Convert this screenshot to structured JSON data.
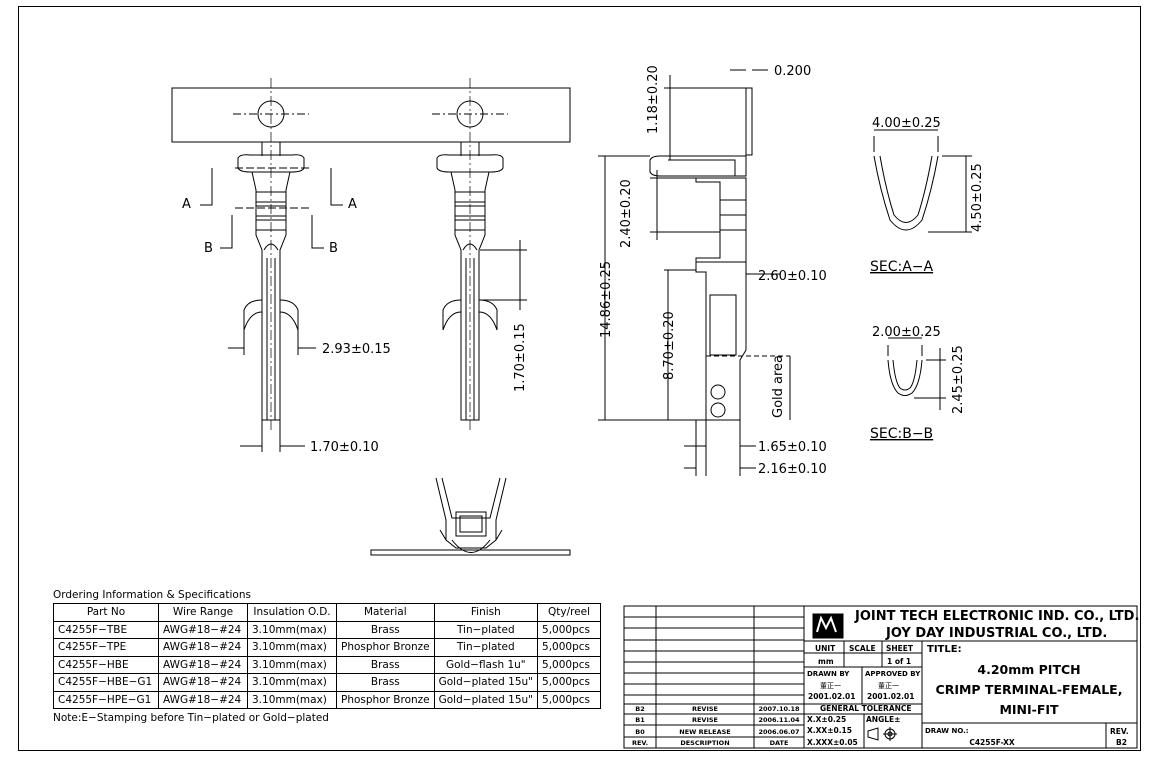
{
  "dimensions": {
    "d_293": "2.93±0.15",
    "d_170a": "1.70±0.10",
    "d_170b": "1.70±0.15",
    "d_118": "1.18±0.20",
    "d_200": "0.200",
    "d_240": "2.40±0.20",
    "d_1486": "14.86±0.25",
    "d_260": "2.60±0.10",
    "d_870": "8.70±0.20",
    "d_gold": "Gold area",
    "d_165": "1.65±0.10",
    "d_216": "2.16±0.10",
    "d_400": "4.00±0.25",
    "d_450": "4.50±0.25",
    "d_200b": "2.00±0.25",
    "d_245": "2.45±0.25",
    "lbl_a": "A",
    "lbl_b": "B"
  },
  "sections": {
    "aa": "SEC:A−A",
    "bb": "SEC:B−B"
  },
  "ordering": {
    "title": "Ordering Information & Specifications",
    "headers": [
      "Part No",
      "Wire Range",
      "Insulation O.D.",
      "Material",
      "Finish",
      "Qty/reel"
    ],
    "rows": [
      [
        "C4255F−TBE",
        "AWG#18−#24",
        "3.10mm(max)",
        "Brass",
        "Tin−plated",
        "5,000pcs"
      ],
      [
        "C4255F−TPE",
        "AWG#18−#24",
        "3.10mm(max)",
        "Phosphor Bronze",
        "Tin−plated",
        "5,000pcs"
      ],
      [
        "C4255F−HBE",
        "AWG#18−#24",
        "3.10mm(max)",
        "Brass",
        "Gold−flash 1u\"",
        "5,000pcs"
      ],
      [
        "C4255F−HBE−G1",
        "AWG#18−#24",
        "3.10mm(max)",
        "Brass",
        "Gold−plated 15u\"",
        "5,000pcs"
      ],
      [
        "C4255F−HPE−G1",
        "AWG#18−#24",
        "3.10mm(max)",
        "Phosphor Bronze",
        "Gold−plated 15u\"",
        "5,000pcs"
      ]
    ],
    "note": "Note:E−Stamping before Tin−plated or Gold−plated"
  },
  "title_block": {
    "company1": "JOINT TECH ELECTRONIC IND. CO., LTD.",
    "company2": "JOY DAY INDUSTRIAL CO., LTD.",
    "unit_label": "UNIT",
    "unit_value": "mm",
    "scale_label": "SCALE",
    "sheet_label": "SHEET",
    "sheet_value": "1 of 1",
    "drawn_label": "DRAWN BY",
    "drawn_name": "董正一",
    "drawn_date": "2001.02.01",
    "approved_label": "APPROVED BY",
    "approved_name": "董正一",
    "approved_date": "2001.02.01",
    "tolerance_label": "GENERAL TOLERANCE",
    "tol1": "X.X±0.25",
    "tol2": "X.XX±0.15",
    "tol3": "X.XXX±0.05",
    "angle_label": "ANGLE±",
    "title_label": "TITLE:",
    "title_line1": "4.20mm PITCH",
    "title_line2": "CRIMP TERMINAL-FEMALE,",
    "title_line3": "MINI-FIT",
    "drawno_label": "DRAW NO.:",
    "drawno_value": "C4255F-XX",
    "rev_label": "REV.",
    "rev_value": "B2",
    "rev_headers": [
      "REV.",
      "DESCRIPTION",
      "DATE"
    ],
    "revisions": [
      [
        "B2",
        "REVISE",
        "2007.10.18"
      ],
      [
        "B1",
        "REVISE",
        "2006.11.04"
      ],
      [
        "B0",
        "NEW RELEASE",
        "2006.06.07"
      ]
    ]
  }
}
